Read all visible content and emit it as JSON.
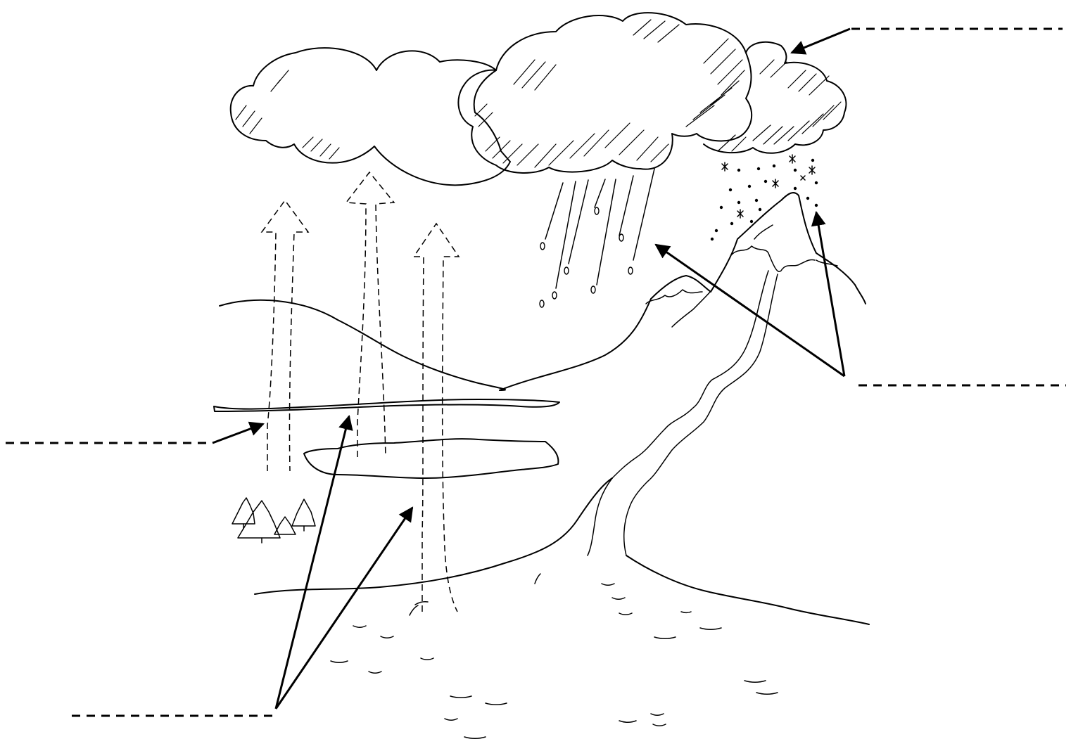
{
  "ink_color": "#000000",
  "background_color": "#ffffff",
  "blank_labels": [
    {
      "id": "top-right",
      "value": ""
    },
    {
      "id": "right-middle",
      "value": ""
    },
    {
      "id": "left-middle",
      "value": ""
    },
    {
      "id": "bottom-left",
      "value": ""
    }
  ],
  "icons": [
    "cloud-icon",
    "rain-icon",
    "snow-icon",
    "mountain-icon",
    "evaporation-arrow-icon",
    "trees-icon",
    "river-icon",
    "sea-icon"
  ]
}
